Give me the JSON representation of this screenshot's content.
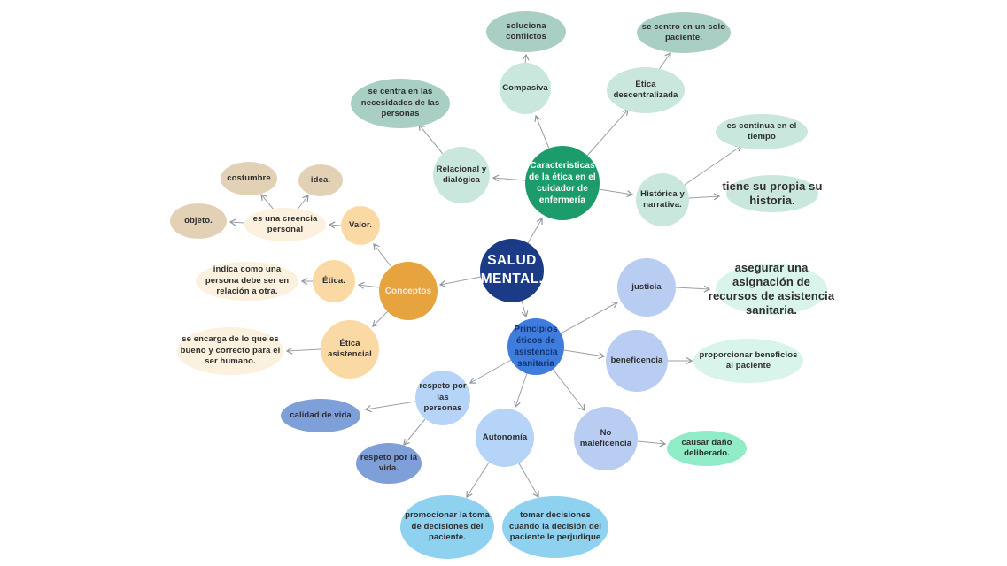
{
  "palette": {
    "root_blue": "#1b3b87",
    "branch_green": "#1d9c6b",
    "branch_orange": "#e6a33e",
    "branch_bright_blue": "#3e7cdd",
    "mint_light": "#c9e7dc",
    "sage": "#a9cec3",
    "tan": "#e3d1b5",
    "cream": "#fbf1de",
    "peach": "#fbd9a4",
    "periwinkle": "#b9cdf2",
    "light_blue": "#b6d4f7",
    "medium_blue": "#7f9fd9",
    "sky_cyan": "#8ed2ef",
    "mint_bright": "#90ecc7",
    "mint_pale": "#d9f4ea",
    "connector_gray": "#9aa0a6",
    "text_dark": "#2e2e2e"
  },
  "mindmap": {
    "nodes": [
      {
        "id": "salud-mental",
        "label": "SALUD MENTAL."
      },
      {
        "id": "caracteristicas",
        "label": "Caracteristicas de la ética en el cuidador de enfermería"
      },
      {
        "id": "compasiva",
        "label": "Compasiva"
      },
      {
        "id": "soluciona-conflictos",
        "label": "soluciona conflictos"
      },
      {
        "id": "etica-descentralizada",
        "label": "Ética descentralizada"
      },
      {
        "id": "se-centro-paciente",
        "label": "se centro en un solo paciente."
      },
      {
        "id": "relacional-dialogica",
        "label": "Relacional y dialógica"
      },
      {
        "id": "se-centra-necesidades",
        "label": "se centra en las necesidades de las personas"
      },
      {
        "id": "historica-narrativa",
        "label": "Histórica y narrativa."
      },
      {
        "id": "es-continua",
        "label": "es continua en el tiempo"
      },
      {
        "id": "tiene-su-propia",
        "label": "tiene su propia su historia."
      },
      {
        "id": "conceptos",
        "label": "Conceptos"
      },
      {
        "id": "valor",
        "label": "Valor."
      },
      {
        "id": "es-una-creencia",
        "label": "es una creencia personal"
      },
      {
        "id": "costumbre",
        "label": "costumbre"
      },
      {
        "id": "idea",
        "label": "idea."
      },
      {
        "id": "objeto",
        "label": "objeto."
      },
      {
        "id": "etica",
        "label": "Ética."
      },
      {
        "id": "indica-como",
        "label": "indica como una persona debe ser en relación a otra."
      },
      {
        "id": "etica-asistencial",
        "label": "Ética asistencial"
      },
      {
        "id": "se-encarga",
        "label": "se encarga de lo que es bueno y correcto para el ser humano."
      },
      {
        "id": "principios",
        "label": "Principios éticos  de asistencia sanitaria"
      },
      {
        "id": "justicia",
        "label": "justicia"
      },
      {
        "id": "asegurar",
        "label": "asegurar una asignación de recursos de asistencia sanitaria."
      },
      {
        "id": "beneficencia",
        "label": "beneficencia"
      },
      {
        "id": "proporcionar",
        "label": "proporcionar beneficios al paciente"
      },
      {
        "id": "no-maleficencia",
        "label": "No maleficencia"
      },
      {
        "id": "causar-dano",
        "label": "causar daño deliberado."
      },
      {
        "id": "autonomia",
        "label": "Autonomía"
      },
      {
        "id": "promocionar",
        "label": "promocionar la toma de decisiones del paciente."
      },
      {
        "id": "tomar-decisiones",
        "label": "tomar decisiones cuando la decisión del paciente le perjudique"
      },
      {
        "id": "respeto-personas",
        "label": "respeto por las personas"
      },
      {
        "id": "calidad-vida",
        "label": "calidad de vida"
      },
      {
        "id": "respeto-vida",
        "label": "respeto por la vida."
      }
    ],
    "edges": [
      {
        "from": "salud-mental",
        "to": "caracteristicas"
      },
      {
        "from": "caracteristicas",
        "to": "relacional-dialogica"
      },
      {
        "from": "caracteristicas",
        "to": "compasiva"
      },
      {
        "from": "caracteristicas",
        "to": "etica-descentralizada"
      },
      {
        "from": "caracteristicas",
        "to": "historica-narrativa"
      },
      {
        "from": "compasiva",
        "to": "soluciona-conflictos"
      },
      {
        "from": "etica-descentralizada",
        "to": "se-centro-paciente"
      },
      {
        "from": "relacional-dialogica",
        "to": "se-centra-necesidades"
      },
      {
        "from": "historica-narrativa",
        "to": "es-continua"
      },
      {
        "from": "historica-narrativa",
        "to": "tiene-su-propia"
      },
      {
        "from": "salud-mental",
        "to": "conceptos"
      },
      {
        "from": "conceptos",
        "to": "valor"
      },
      {
        "from": "conceptos",
        "to": "etica"
      },
      {
        "from": "conceptos",
        "to": "etica-asistencial"
      },
      {
        "from": "valor",
        "to": "es-una-creencia"
      },
      {
        "from": "es-una-creencia",
        "to": "costumbre"
      },
      {
        "from": "es-una-creencia",
        "to": "idea"
      },
      {
        "from": "es-una-creencia",
        "to": "objeto"
      },
      {
        "from": "etica",
        "to": "indica-como"
      },
      {
        "from": "etica-asistencial",
        "to": "se-encarga"
      },
      {
        "from": "salud-mental",
        "to": "principios"
      },
      {
        "from": "principios",
        "to": "justicia"
      },
      {
        "from": "principios",
        "to": "beneficencia"
      },
      {
        "from": "principios",
        "to": "no-maleficencia"
      },
      {
        "from": "principios",
        "to": "autonomia"
      },
      {
        "from": "principios",
        "to": "respeto-personas"
      },
      {
        "from": "justicia",
        "to": "asegurar"
      },
      {
        "from": "beneficencia",
        "to": "proporcionar"
      },
      {
        "from": "no-maleficencia",
        "to": "causar-dano"
      },
      {
        "from": "autonomia",
        "to": "promocionar"
      },
      {
        "from": "autonomia",
        "to": "tomar-decisiones"
      },
      {
        "from": "respeto-personas",
        "to": "calidad-vida"
      },
      {
        "from": "respeto-personas",
        "to": "respeto-vida"
      }
    ]
  }
}
